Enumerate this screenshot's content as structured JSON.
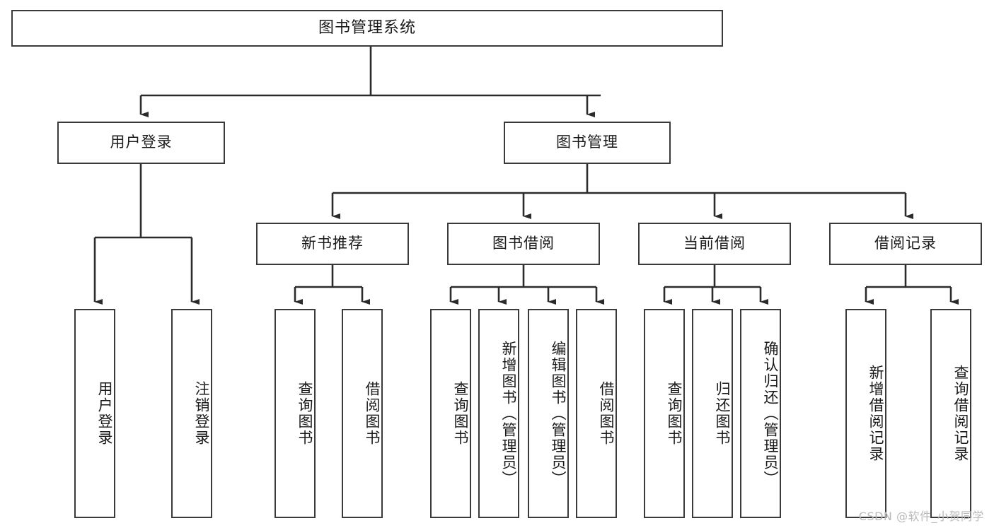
{
  "diagram": {
    "title": "图书管理系统",
    "type": "tree-hierarchy",
    "watermark": "CSDN @软件_小贺同学",
    "colors": {
      "box_border": "#3a3a3a",
      "box_fill": "#ffffff",
      "edge": "#2b2b2b",
      "text": "#1a1a1a",
      "watermark": "#b9b9b9"
    }
  },
  "nodes": {
    "root": {
      "label": "图书管理系统"
    },
    "level1": [
      {
        "id": "user-login",
        "label": "用户登录"
      },
      {
        "id": "book-manage",
        "label": "图书管理"
      }
    ],
    "level2": [
      {
        "id": "new-book-recommend",
        "label": "新书推荐"
      },
      {
        "id": "book-borrow",
        "label": "图书借阅"
      },
      {
        "id": "current-borrow",
        "label": "当前借阅"
      },
      {
        "id": "borrow-record",
        "label": "借阅记录"
      }
    ],
    "leaves": {
      "user_login": [
        {
          "id": "leaf-user-login",
          "label": "用户登录"
        },
        {
          "id": "leaf-logout-login",
          "label": "注销登录"
        }
      ],
      "new_book_recommend": [
        {
          "id": "leaf-query-book-1",
          "label": "查询图书"
        },
        {
          "id": "leaf-borrow-book-1",
          "label": "借阅图书"
        }
      ],
      "book_borrow": [
        {
          "id": "leaf-query-book-2",
          "label": "查询图书"
        },
        {
          "id": "leaf-add-book",
          "label": "新增图书（管理员）"
        },
        {
          "id": "leaf-edit-book",
          "label": "编辑图书（管理员）"
        },
        {
          "id": "leaf-borrow-book-2",
          "label": "借阅图书"
        }
      ],
      "current_borrow": [
        {
          "id": "leaf-query-book-3",
          "label": "查询图书"
        },
        {
          "id": "leaf-return-book",
          "label": "归还图书"
        },
        {
          "id": "leaf-confirm-return",
          "label": "确认归还（管理员）"
        }
      ],
      "borrow_record": [
        {
          "id": "leaf-add-record",
          "label": "新增借阅记录"
        },
        {
          "id": "leaf-query-record",
          "label": "查询借阅记录"
        }
      ]
    }
  }
}
